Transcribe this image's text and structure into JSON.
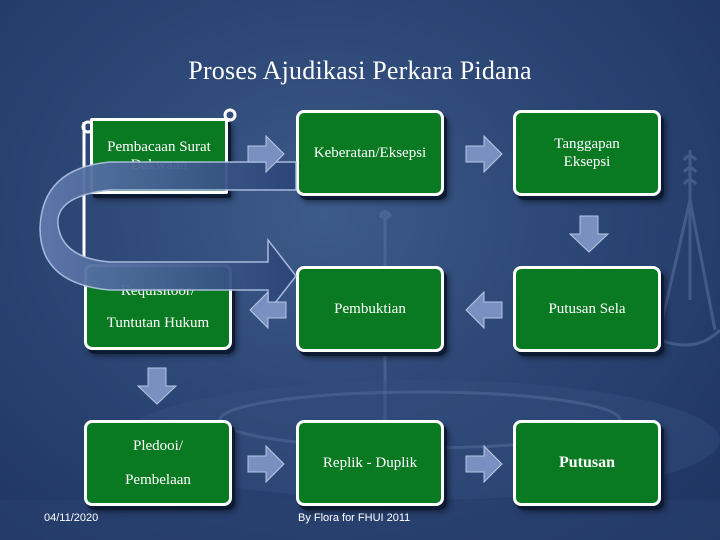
{
  "title": "Proses Ajudikasi Perkara Pidana",
  "boxes": {
    "pembacaan": "Pembacaan Surat Dakwaan",
    "keberatan": "Keberatan/Eksepsi",
    "tanggapan": "Tanggapan Eksepsi",
    "requisitoor_line1": "Requisitoor/",
    "requisitoor_line2": "Tuntutan Hukum",
    "pembuktian": "Pembuktian",
    "putusan_sela": "Putusan Sela",
    "pledooi_line1": "Pledooi/",
    "pledooi_line2": "Pembelaan",
    "replik": "Replik - Duplik",
    "putusan": "Putusan"
  },
  "footer": {
    "date": "04/11/2020",
    "credit": "By Flora for FHUI 2011"
  },
  "colors": {
    "box_fill": "#0a7a22",
    "arrow_fill": "#7a90c0",
    "background": "#2c4675"
  },
  "icons": [
    "scroll-icon",
    "scales-of-justice-watermark"
  ]
}
